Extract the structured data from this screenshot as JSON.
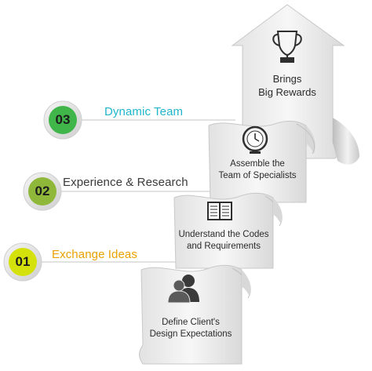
{
  "steps": [
    {
      "number": "01",
      "label": "Exchange Ideas",
      "label_color": "#e8a200",
      "circle_color": "#d4e10a"
    },
    {
      "number": "02",
      "label": "Experience & Research",
      "label_color": "#3a3a3a",
      "circle_color": "#8fb83a"
    },
    {
      "number": "03",
      "label": "Dynamic Team",
      "label_color": "#1fb6cc",
      "circle_color": "#3fb54a"
    }
  ],
  "cards": [
    {
      "line1": "Define Client's",
      "line2": "Design Expectations",
      "icon": "people-icon"
    },
    {
      "line1": "Understand the Codes",
      "line2": "and Requirements",
      "icon": "book-icon"
    },
    {
      "line1": "Assemble the",
      "line2": "Team of Specialists",
      "icon": "clock-icon"
    },
    {
      "line1": "Brings",
      "line2": "Big Rewards",
      "icon": "trophy-icon"
    }
  ]
}
